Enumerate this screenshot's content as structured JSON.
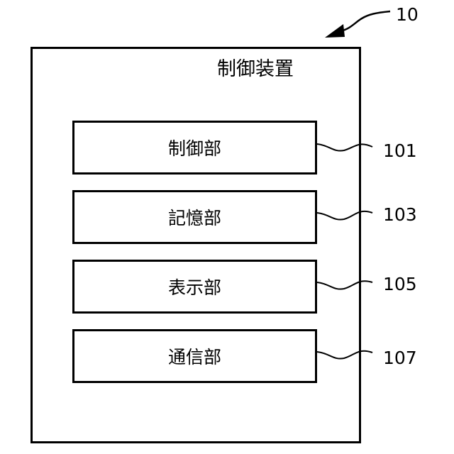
{
  "diagram": {
    "ref_number": "10",
    "title": "制御装置",
    "units": [
      {
        "label": "制御部",
        "ref": "101"
      },
      {
        "label": "記憶部",
        "ref": "103"
      },
      {
        "label": "表示部",
        "ref": "105"
      },
      {
        "label": "通信部",
        "ref": "107"
      }
    ]
  }
}
